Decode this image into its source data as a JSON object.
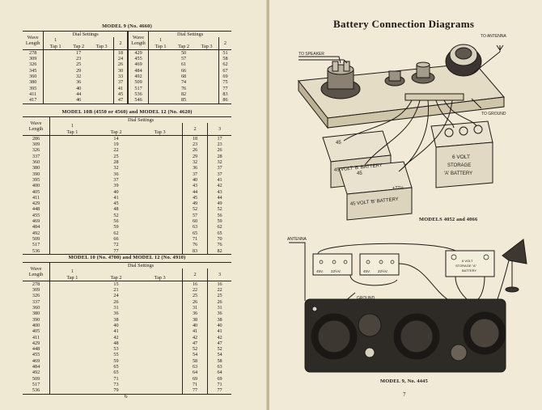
{
  "left_page": {
    "page_number": "6",
    "table1": {
      "title": "MODEL 9 (No. 4660)",
      "wave_header": [
        "Wave",
        "Length"
      ],
      "dial_header": "Dial Settings",
      "col1": "1",
      "col2": "2",
      "taps": [
        "Tap 1",
        "Tap 2",
        "Tap 3"
      ],
      "left_rows": [
        [
          "278",
          "17",
          "18"
        ],
        [
          "309",
          "23",
          "24"
        ],
        [
          "326",
          "25",
          "26"
        ],
        [
          "345",
          "29",
          "30"
        ],
        [
          "360",
          "32",
          "33"
        ],
        [
          "380",
          "36",
          "37"
        ],
        [
          "395",
          "40",
          "41"
        ],
        [
          "411",
          "44",
          "45"
        ],
        [
          "417",
          "46",
          "47"
        ]
      ],
      "right_rows": [
        [
          "429",
          "50",
          "51"
        ],
        [
          "455",
          "57",
          "58"
        ],
        [
          "469",
          "61",
          "62"
        ],
        [
          "484",
          "66",
          "67"
        ],
        [
          "492",
          "68",
          "69"
        ],
        [
          "509",
          "74",
          "75"
        ],
        [
          "517",
          "76",
          "77"
        ],
        [
          "536",
          "82",
          "83"
        ],
        [
          "546",
          "85",
          "86"
        ]
      ]
    },
    "table2": {
      "title": "MODEL 10B (4550 or 4560) and MODEL 12 (No. 4620)",
      "wave_header": [
        "Wave",
        "Length"
      ],
      "dial_header": "Dial Settings",
      "col1": "1",
      "col2": "2",
      "col3": "3",
      "taps": [
        "Tap 1",
        "Tap 2",
        "Tap 3"
      ],
      "rows": [
        [
          "286",
          "14",
          "18",
          "17"
        ],
        [
          "309",
          "19",
          "23",
          "23"
        ],
        [
          "326",
          "22",
          "26",
          "26"
        ],
        [
          "337",
          "25",
          "29",
          "28"
        ],
        [
          "360",
          "28",
          "32",
          "32"
        ],
        [
          "380",
          "32",
          "36",
          "37"
        ],
        [
          "390",
          "36",
          "37",
          "37"
        ],
        [
          "395",
          "37",
          "40",
          "41"
        ],
        [
          "400",
          "39",
          "43",
          "42"
        ],
        [
          "405",
          "40",
          "44",
          "43"
        ],
        [
          "411",
          "41",
          "45",
          "44"
        ],
        [
          "429",
          "45",
          "49",
          "49"
        ],
        [
          "448",
          "48",
          "52",
          "52"
        ],
        [
          "455",
          "52",
          "57",
          "56"
        ],
        [
          "469",
          "56",
          "60",
          "59"
        ],
        [
          "484",
          "59",
          "63",
          "62"
        ],
        [
          "492",
          "62",
          "65",
          "65"
        ],
        [
          "509",
          "66",
          "71",
          "70"
        ],
        [
          "517",
          "72",
          "76",
          "76"
        ],
        [
          "536",
          "77",
          "83",
          "82"
        ]
      ]
    },
    "table3": {
      "title": "MODEL 10 (No. 4700) and MODEL 12 (No. 4910)",
      "wave_header": [
        "Wave",
        "Length"
      ],
      "dial_header": "Dial Settings",
      "col1": "1",
      "col2": "2",
      "col3": "3",
      "taps": [
        "Tap 1",
        "Tap 2",
        "Tap 3"
      ],
      "rows": [
        [
          "278",
          "15",
          "16",
          "16"
        ],
        [
          "309",
          "21",
          "22",
          "22"
        ],
        [
          "326",
          "24",
          "25",
          "25"
        ],
        [
          "337",
          "26",
          "26",
          "26"
        ],
        [
          "360",
          "31",
          "31",
          "31"
        ],
        [
          "380",
          "36",
          "36",
          "36"
        ],
        [
          "390",
          "38",
          "38",
          "38"
        ],
        [
          "400",
          "40",
          "40",
          "40"
        ],
        [
          "405",
          "41",
          "41",
          "41"
        ],
        [
          "411",
          "42",
          "42",
          "42"
        ],
        [
          "429",
          "48",
          "47",
          "47"
        ],
        [
          "448",
          "53",
          "52",
          "52"
        ],
        [
          "455",
          "55",
          "54",
          "54"
        ],
        [
          "469",
          "59",
          "58",
          "58"
        ],
        [
          "484",
          "65",
          "63",
          "63"
        ],
        [
          "492",
          "65",
          "64",
          "64"
        ],
        [
          "509",
          "71",
          "69",
          "69"
        ],
        [
          "517",
          "73",
          "71",
          "71"
        ],
        [
          "536",
          "79",
          "77",
          "77"
        ]
      ]
    }
  },
  "right_page": {
    "page_number": "7",
    "title": "Battery Connection Diagrams",
    "diagram1": {
      "caption": "MODELS 4052 and 4066",
      "labels": {
        "speaker": "TO SPEAKER",
        "antenna": "TO ANTENNA",
        "ground": "TO GROUND",
        "b45a": "45",
        "b45b": "45",
        "bat1": "45 VOLT 'B' BATTERY",
        "bat2": "45 VOLT 'B' BATTERY",
        "plus22": "+22½",
        "a_bat": [
          "6 VOLT",
          "STORAGE",
          "'A' BATTERY"
        ]
      }
    },
    "diagram2": {
      "caption": "MODEL 9, No. 4445",
      "labels": {
        "antenna": "ANTENNA",
        "ground": "GROUND",
        "bat_b1": [
          "45V.",
          "22½V."
        ],
        "bat_b2": [
          "45V.",
          "22½V."
        ],
        "a_bat": [
          "6 VOLT",
          "STORAGE \"A\"",
          "BATTERY"
        ]
      }
    }
  }
}
